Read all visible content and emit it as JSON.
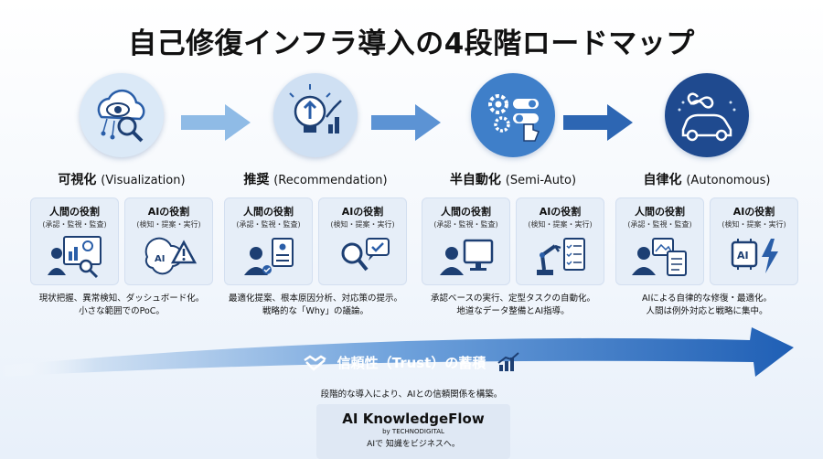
{
  "title": "自己修復インフラ導入の4段階ロードマップ",
  "colors": {
    "circle_1": "#dbe9f7",
    "circle_2": "#cfe0f3",
    "circle_3": "#3f7fc9",
    "circle_4": "#1f4a8f",
    "flow_arrow": "#2f6fc0"
  },
  "stages": [
    {
      "title": "可視化",
      "title_en": "(Visualization)",
      "icon": "cloud-eye-magnifier-icon",
      "human": {
        "title": "人間の役割",
        "sub": "(承認・監視・監査)",
        "icon": "person-dashboard-icon"
      },
      "ai": {
        "title": "AIの役割",
        "sub": "(検知・提案・実行)",
        "icon": "ai-brain-alert-icon"
      },
      "desc_1": "現状把握、異常検知、ダッシュボード化。",
      "desc_2": "小さな範囲でのPoC。"
    },
    {
      "title": "推奨",
      "title_en": "(Recommendation)",
      "icon": "lightbulb-chart-icon",
      "human": {
        "title": "人間の役割",
        "sub": "(承認・監視・監査)",
        "icon": "person-document-icon"
      },
      "ai": {
        "title": "AIの役割",
        "sub": "(検知・提案・実行)",
        "icon": "magnifier-chat-check-icon"
      },
      "desc_1": "最適化提案、根本原因分析、対応策の提示。",
      "desc_2": "戦略的な「Why」の議論。"
    },
    {
      "title": "半自動化",
      "title_en": "(Semi-Auto)",
      "icon": "gears-toggle-hand-icon",
      "human": {
        "title": "人間の役割",
        "sub": "(承認・監視・監査)",
        "icon": "person-monitor-icon"
      },
      "ai": {
        "title": "AIの役割",
        "sub": "(検知・提案・実行)",
        "icon": "robot-arm-checklist-icon"
      },
      "desc_1": "承認ベースの実行、定型タスクの自動化。",
      "desc_2": "地道なデータ整備とAI指導。"
    },
    {
      "title": "自律化",
      "title_en": "(Autonomous)",
      "icon": "infinity-car-icon",
      "human": {
        "title": "人間の役割",
        "sub": "(承認・監視・監査)",
        "icon": "person-image-document-icon"
      },
      "ai": {
        "title": "AIの役割",
        "sub": "(検知・提案・実行)",
        "icon": "ai-chip-lightning-icon"
      },
      "desc_1": "AIによる自律的な修復・最適化。",
      "desc_2": "人間は例外対応と戦略に集中。"
    }
  ],
  "trust": {
    "label": "信頼性（Trust）の蓄積",
    "desc": "段階的な導入により、AIとの信頼関係を構築。",
    "icon_left": "handshake-icon",
    "icon_right": "growth-chart-icon"
  },
  "footer": {
    "brand": "AI KnowledgeFlow",
    "by": "by TECHNODIGITAL",
    "tagline": "AIで 知識をビジネスへ。"
  }
}
